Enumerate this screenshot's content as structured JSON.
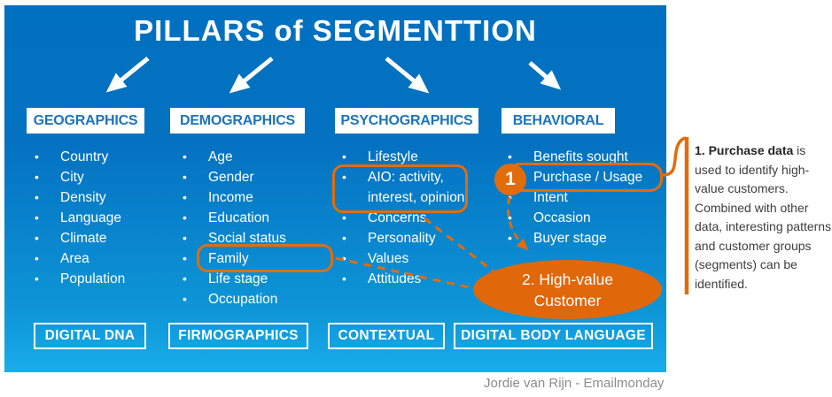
{
  "title": "PILLARS of SEGMENTTION",
  "columns": [
    {
      "header": "GEOGRAPHICS",
      "items": [
        "Country",
        "City",
        "Density",
        "Language",
        "Climate",
        "Area",
        "Population"
      ]
    },
    {
      "header": "DEMOGRAPHICS",
      "items": [
        "Age",
        "Gender",
        "Income",
        "Education",
        "Social status",
        "Family",
        "Life stage",
        "Occupation"
      ]
    },
    {
      "header": "PSYCHOGRAPHICS",
      "items": [
        "Lifestyle",
        "AIO: activity,",
        "interest, opinion",
        "Concerns",
        "Personality",
        "Values",
        "Attitudes"
      ]
    },
    {
      "header": "BEHAVIORAL",
      "items": [
        "Benefits sought",
        "Purchase / Usage",
        "Intent",
        "Occasion",
        "Buyer stage"
      ]
    }
  ],
  "footer_boxes": [
    "DIGITAL DNA",
    "FIRMOGRAPHICS",
    "CONTEXTUAL",
    "DIGITAL BODY LANGUAGE"
  ],
  "annotations": {
    "step1_badge": "1",
    "ellipse_line1": "2. High-value",
    "ellipse_line2": "Customer",
    "note_bold": "1. Purchase data",
    "note_rest": " is used to identify high-value customers. Combined with other data, interesting patterns and customer groups (segments) can be identified."
  },
  "attribution": "Jordie van Rijn - Emailmonday",
  "colors": {
    "panel_top": "#0070C0",
    "panel_bottom": "#19ADEA",
    "orange_accent": "#E36C0A",
    "ellipse_fill": "#E1670B",
    "header_text": "#1B74BC",
    "note_text": "#3D3D3D",
    "attribution_text": "#8C8C8C"
  }
}
